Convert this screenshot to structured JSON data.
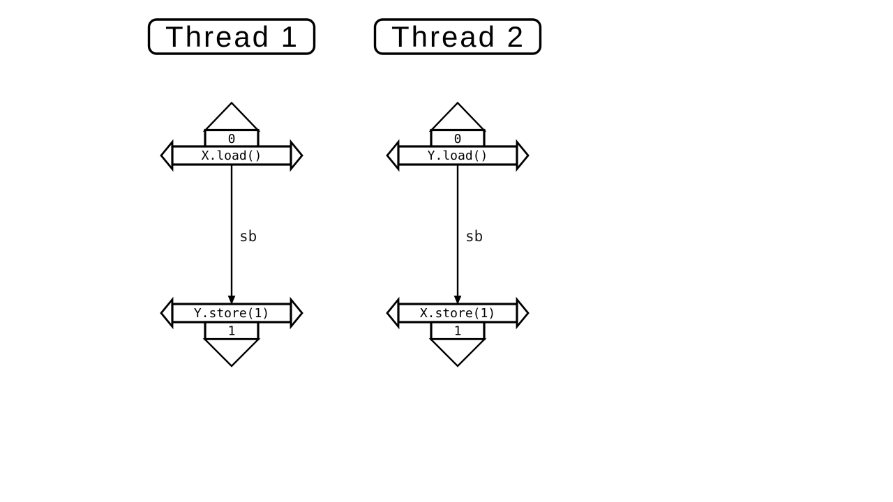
{
  "diagram": {
    "kind": "thread-memory-order-diagram",
    "colors": {
      "background": "#ffffff",
      "stroke": "#000000",
      "node_fill": "#ffffff",
      "text": "#000000"
    }
  },
  "threads": [
    {
      "label": "Thread 1",
      "load": {
        "op": "X.load()",
        "value": "0"
      },
      "edge_label": "sb",
      "store": {
        "op": "Y.store(1)",
        "value": "1"
      }
    },
    {
      "label": "Thread 2",
      "load": {
        "op": "Y.load()",
        "value": "0"
      },
      "edge_label": "sb",
      "store": {
        "op": "X.store(1)",
        "value": "1"
      }
    }
  ]
}
